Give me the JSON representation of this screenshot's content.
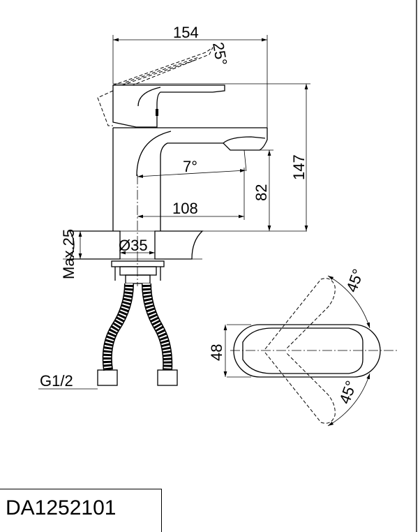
{
  "drawing": {
    "dimensions": {
      "width_154": "154",
      "lever_angle": "25°",
      "height_147": "147",
      "spout_height": "82",
      "spout_angle": "7°",
      "reach": "108",
      "max_thickness": "Max.25",
      "hole_diameter": "Ø35",
      "thread": "G1/2",
      "top_width": "48",
      "rotation_top": "45°",
      "rotation_bottom": "45°"
    }
  },
  "title_block": {
    "model": "DA1252101"
  }
}
